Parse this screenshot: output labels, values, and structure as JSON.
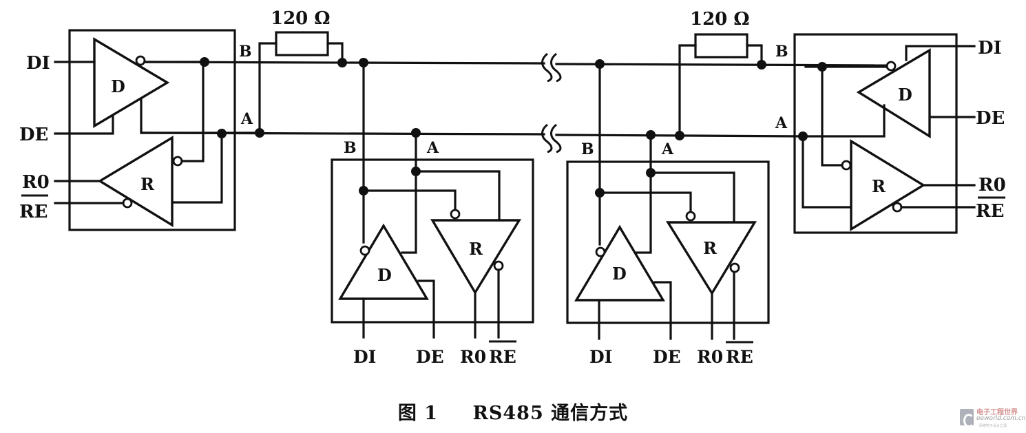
{
  "figure": {
    "caption_number": "图 1",
    "caption_title": "RS485 通信方式"
  },
  "bus": {
    "line_b_label": "B",
    "line_a_label": "A",
    "terminator_left": "120 Ω",
    "terminator_right": "120 Ω"
  },
  "nodes": [
    {
      "id": "left-transceiver",
      "driver_label": "D",
      "receiver_label": "R",
      "pins": {
        "di": "DI",
        "de": "DE",
        "ro": "R0",
        "re": "RE"
      },
      "bus_b": "B",
      "bus_a": "A"
    },
    {
      "id": "middle-left-transceiver",
      "driver_label": "D",
      "receiver_label": "R",
      "pins": {
        "di": "DI",
        "de": "DE",
        "ro": "R0",
        "re": "RE"
      },
      "bus_b": "B",
      "bus_a": "A"
    },
    {
      "id": "middle-right-transceiver",
      "driver_label": "D",
      "receiver_label": "R",
      "pins": {
        "di": "DI",
        "de": "DE",
        "ro": "R0",
        "re": "RE"
      },
      "bus_b": "B",
      "bus_a": "A"
    },
    {
      "id": "right-transceiver",
      "driver_label": "D",
      "receiver_label": "R",
      "pins": {
        "di": "DI",
        "de": "DE",
        "ro": "R0",
        "re": "RE"
      },
      "bus_b": "B",
      "bus_a": "A"
    }
  ],
  "watermark": {
    "cn": "电子工程世界",
    "en": "eeworld.com.cn",
    "sub": "网络电子设计之源"
  }
}
